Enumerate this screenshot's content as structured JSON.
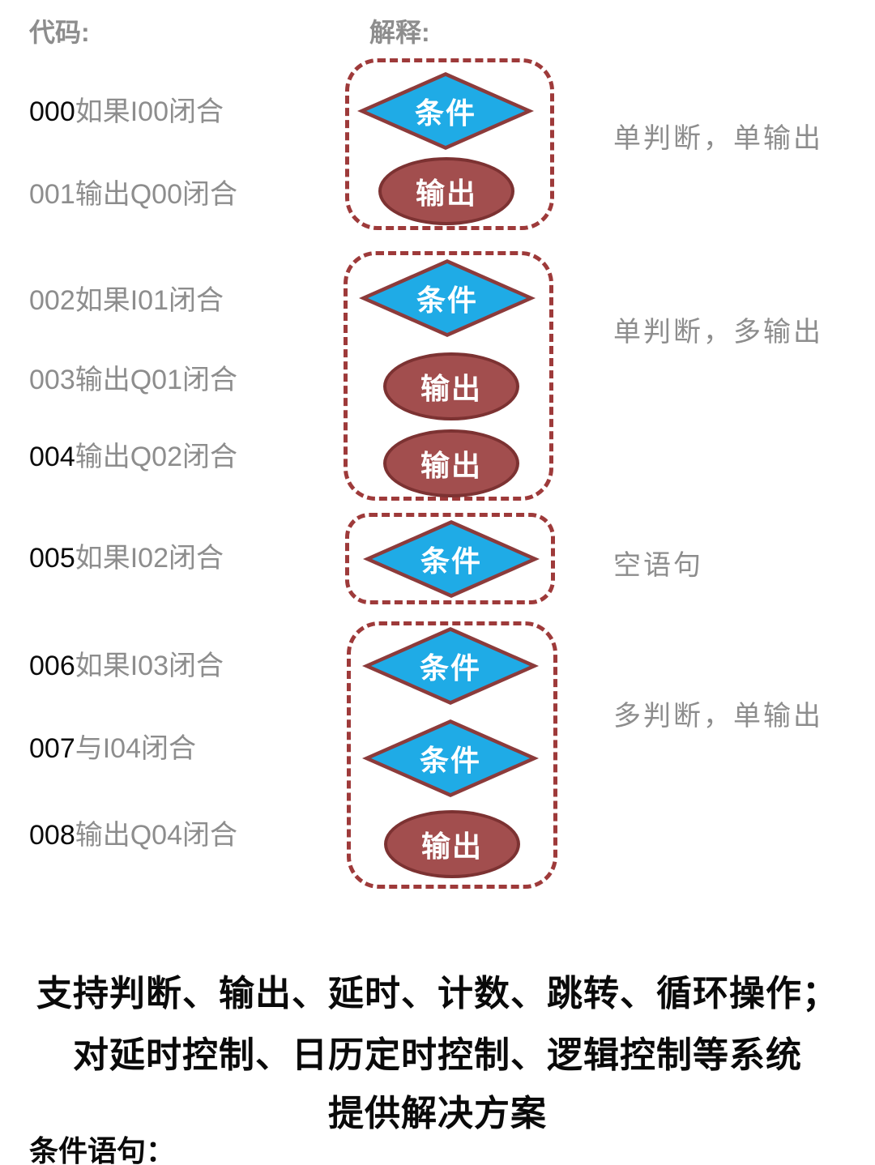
{
  "title_row": {
    "code_label": "代码:",
    "explain_label": "解释:"
  },
  "code_lines": [
    {
      "num": "000",
      "text": "如果I00闭合",
      "dark": "true"
    },
    {
      "num": "001",
      "text": "输出Q00闭合",
      "dark": "false"
    },
    {
      "num": "002",
      "text": "如果I01闭合",
      "dark": "false"
    },
    {
      "num": "003",
      "text": "输出Q01闭合",
      "dark": "false"
    },
    {
      "num": "004",
      "text": "输出Q02闭合",
      "dark": "true"
    },
    {
      "num": "005",
      "text": "如果I02闭合",
      "dark": "true"
    },
    {
      "num": "006",
      "text": "如果I03闭合",
      "dark": "true"
    },
    {
      "num": "007",
      "text": "与I04闭合",
      "dark": "true"
    },
    {
      "num": "008",
      "text": "输出Q04闭合",
      "dark": "true"
    }
  ],
  "shape_labels": {
    "condition": "条件",
    "output": "输出"
  },
  "groups": [
    {
      "label": "单判断，单输出",
      "shapes": [
        "condition",
        "output"
      ]
    },
    {
      "label": "单判断，多输出",
      "shapes": [
        "condition",
        "output",
        "output"
      ]
    },
    {
      "label": "空语句",
      "shapes": [
        "condition"
      ]
    },
    {
      "label": "多判断，单输出",
      "shapes": [
        "condition",
        "condition",
        "output"
      ]
    }
  ],
  "footer": {
    "line1": "支持判断、输出、延时、计数、跳转、循环操作；",
    "line2": "对延时控制、日历定时控制、逻辑控制等系统",
    "line3": "提供解决方案",
    "line4": "条件语句："
  },
  "colors": {
    "diamond_fill": "#1FABE6",
    "diamond_border": "#8C3B3B",
    "ellipse_fill": "#A24E4E",
    "ellipse_border": "#7C3232",
    "dash_border": "#9E3A3A",
    "gray_text": "#8D8D8D",
    "black_text": "#0A0A0A"
  }
}
